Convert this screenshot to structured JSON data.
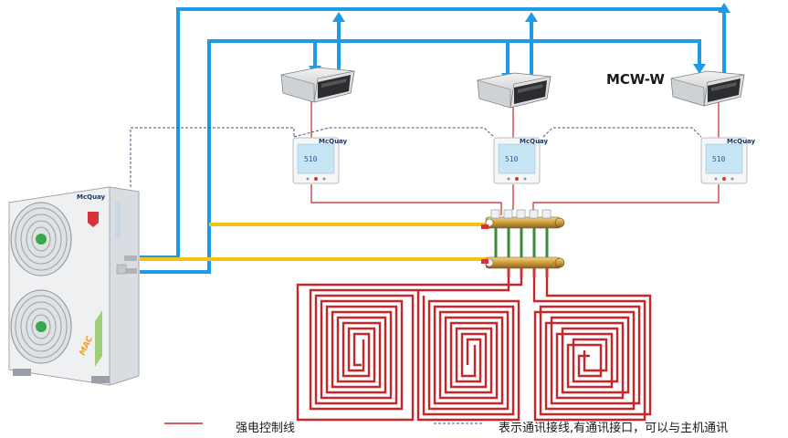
{
  "diagram": {
    "indoor_unit_label": "MCW-W",
    "legend": {
      "red_line": "强电控制线",
      "dashed_line": "表示通讯接线,有通讯接口，可以与主机通讯"
    },
    "outdoor_unit": {
      "brand": "McQuay",
      "badge": "MAC"
    },
    "thermostat": {
      "brand": "McQuay",
      "display": "510"
    },
    "colors": {
      "water_pipe": "#1e9be8",
      "supply_pipe": "#f5c20f",
      "control_line": "#c8262a",
      "comm_line": "#3a5a7a",
      "floor_coil": "#c8262a"
    }
  }
}
